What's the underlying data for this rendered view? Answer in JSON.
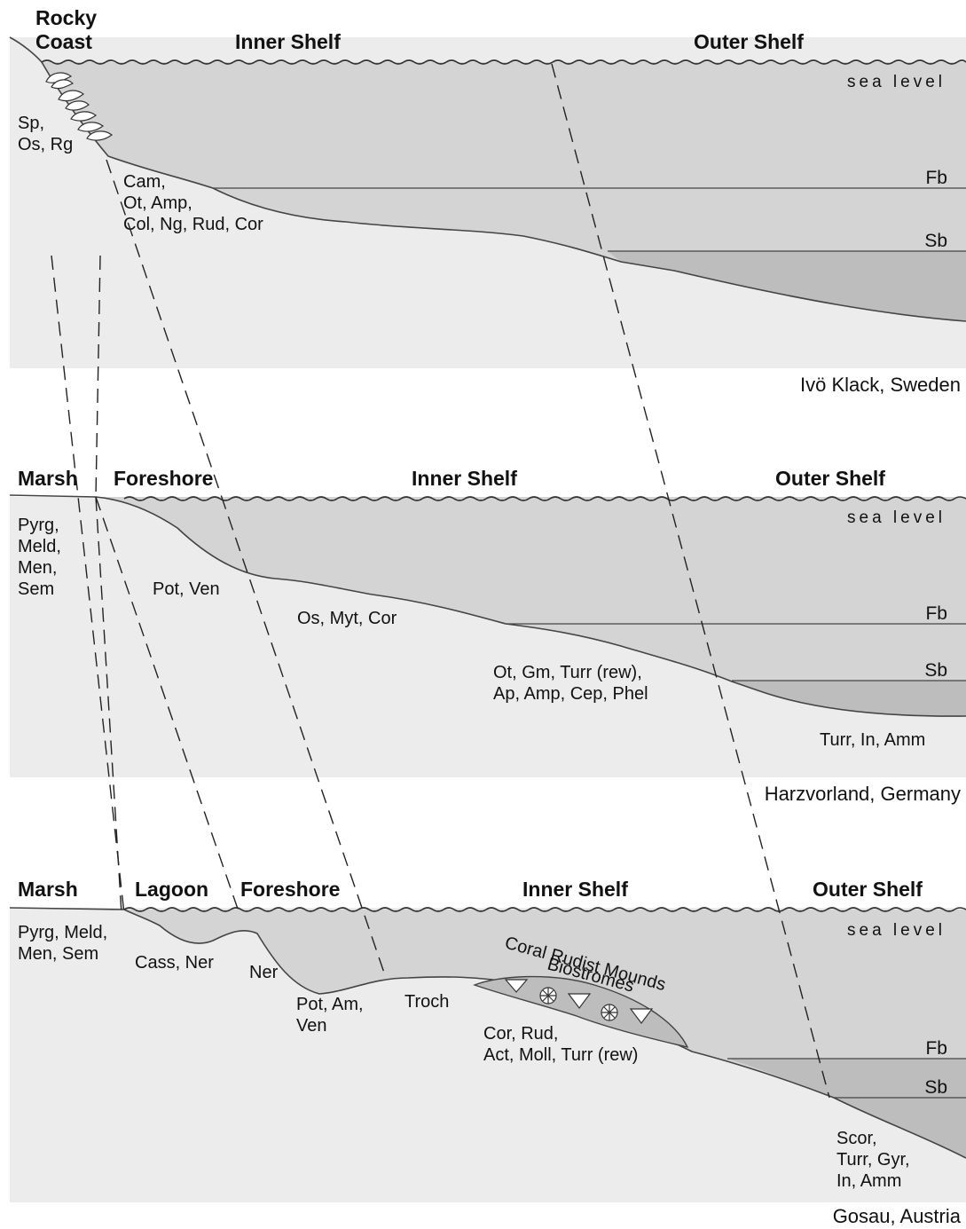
{
  "panels": [
    {
      "location": "Ivö Klack, Sweden",
      "zones": [
        "Rocky",
        "Coast",
        "Inner Shelf",
        "Outer Shelf"
      ],
      "sea_level": "sea level",
      "fb": "Fb",
      "sb": "Sb",
      "taxa": [
        [
          "Sp,",
          "Os, Rg"
        ],
        [
          "Cam,",
          "Ot, Amp,",
          "Col, Ng, Rud, Cor"
        ]
      ]
    },
    {
      "location": "Harzvorland, Germany",
      "zones": [
        "Marsh",
        "Foreshore",
        "Inner Shelf",
        "Outer Shelf"
      ],
      "sea_level": "sea level",
      "fb": "Fb",
      "sb": "Sb",
      "taxa": [
        [
          "Pyrg,",
          "Meld,",
          "Men,",
          "Sem"
        ],
        [
          "Pot, Ven"
        ],
        [
          "Os, Myt, Cor"
        ],
        [
          "Ot, Gm, Turr (rew),",
          "Ap, Amp, Cep, Phel"
        ],
        [
          "Turr, In, Amm"
        ]
      ]
    },
    {
      "location": "Gosau, Austria",
      "zones": [
        "Marsh",
        "Lagoon",
        "Foreshore",
        "Inner Shelf",
        "Outer Shelf"
      ],
      "sea_level": "sea level",
      "fb": "Fb",
      "sb": "Sb",
      "mound_label": [
        "Coral Rudist Mounds",
        "Biostromes"
      ],
      "taxa": [
        [
          "Pyrg, Meld,",
          "Men, Sem"
        ],
        [
          "Cass, Ner"
        ],
        [
          "Ner"
        ],
        [
          "Pot, Am,",
          "Ven"
        ],
        [
          "Troch"
        ],
        [
          "Cor, Rud,",
          "Act, Moll, Turr (rew)"
        ],
        [
          "Scor,",
          "Turr, Gyr,",
          "In, Amm"
        ]
      ]
    }
  ]
}
